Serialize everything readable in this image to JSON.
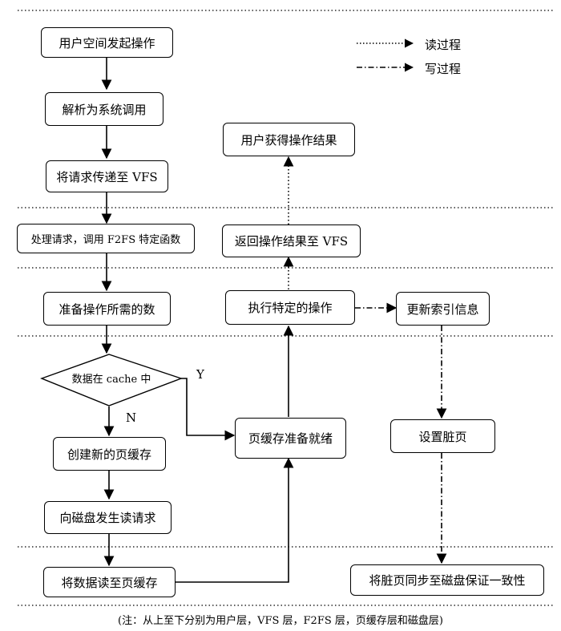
{
  "legend": {
    "read": "读过程",
    "write": "写过程"
  },
  "nodes": {
    "n1": "用户空间发起操作",
    "n2": "解析为系统调用",
    "n3": "将请求传递至 VFS",
    "n4": "处理请求，调用 F2FS 特定函数",
    "n5": "准备操作所需的数",
    "decision": "数据在 cache 中",
    "n6": "创建新的页缓存",
    "n7": "向磁盘发生读请求",
    "n8": "将数据读至页缓存",
    "m1": "页缓存准备就绪",
    "m2": "执行特定的操作",
    "m3": "返回操作结果至 VFS",
    "m4": "用户获得操作结果",
    "r1": "更新索引信息",
    "r2": "设置脏页",
    "r3": "将脏页同步至磁盘保证一致性"
  },
  "branch": {
    "yes": "Y",
    "no": "N"
  },
  "note": "(注：从上至下分别为用户层，VFS 层，F2FS 层，页缓存层和磁盘层)"
}
